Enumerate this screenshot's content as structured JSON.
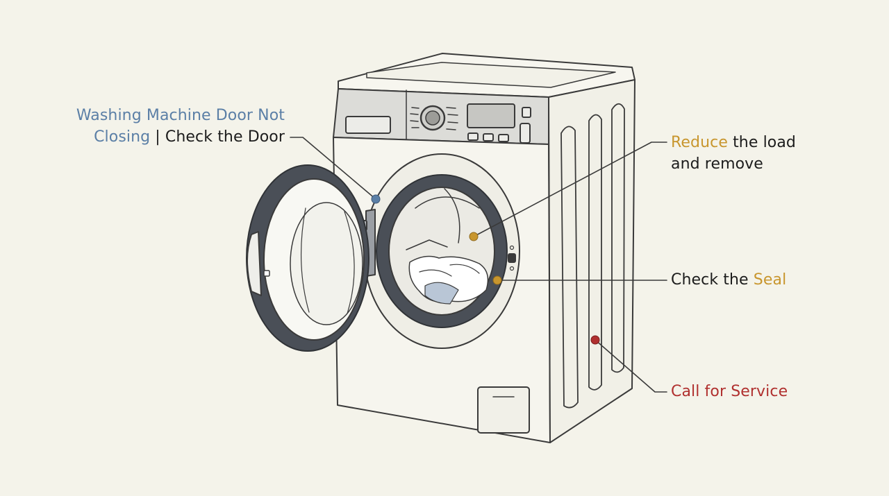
{
  "colors": {
    "background": "#f4f3ea",
    "outline": "#3a3a3a",
    "door_ring": "#4a4f57",
    "blue_accent": "#5b7fa6",
    "gold_accent": "#c8962e",
    "red_accent": "#b0302f",
    "text": "#1c1c1c"
  },
  "callouts": {
    "door": {
      "highlight_line1": "Washing Machine Door Not",
      "highlight_line2": "Closing",
      "separator": " | ",
      "rest": "Check the Door",
      "marker_color": "#5b7fa6",
      "icon": "door-latch-dot-icon"
    },
    "load": {
      "highlight": "Reduce",
      "rest_line1": " the load",
      "line2": "and remove",
      "marker_color": "#c8962e",
      "icon": "drum-dot-icon"
    },
    "seal": {
      "prefix": "Check the ",
      "highlight": "Seal",
      "marker_color": "#c8962e",
      "icon": "seal-dot-icon"
    },
    "service": {
      "text": "Call for Service",
      "marker_color": "#b0302f",
      "icon": "service-dot-icon"
    }
  }
}
